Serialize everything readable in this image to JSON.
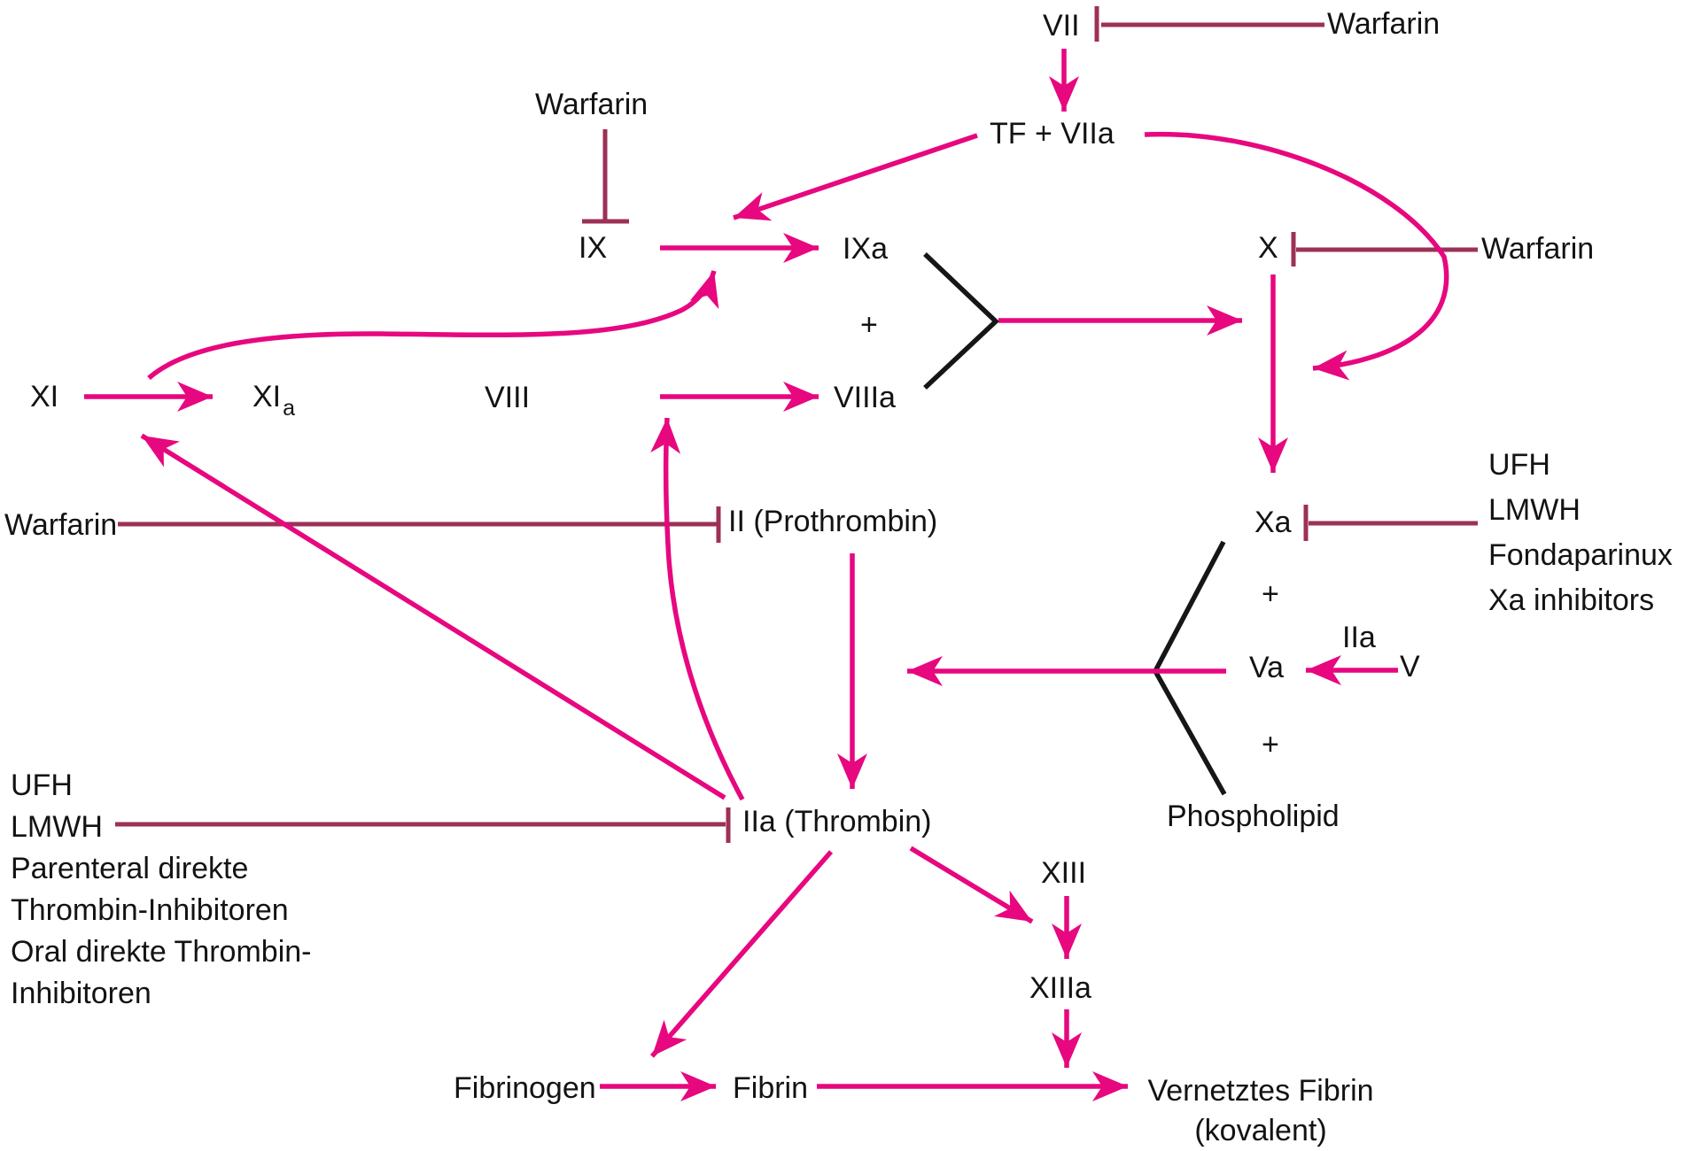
{
  "diagram": {
    "nodes": {
      "vii": "VII",
      "tf_viia": "TF + VIIa",
      "ix": "IX",
      "ixa": "IXa",
      "x": "X",
      "xa": "Xa",
      "xi": "XI",
      "xia_base": "XI",
      "xia_sub": "a",
      "viii": "VIII",
      "viiia": "VIIIa",
      "ii_prothrombin": "II (Prothrombin)",
      "iia_thrombin": "IIa (Thrombin)",
      "v": "V",
      "va": "Va",
      "iia_activator": "IIa",
      "phospholipid": "Phospholipid",
      "xiii": "XIII",
      "xiiia": "XIIIa",
      "fibrinogen": "Fibrinogen",
      "fibrin": "Fibrin",
      "vernetztes_line1": "Vernetztes Fibrin",
      "vernetztes_line2": "(kovalent)",
      "plus": "+"
    },
    "inhibitors": {
      "warfarin_vii": "Warfarin",
      "warfarin_ix": "Warfarin",
      "warfarin_x": "Warfarin",
      "warfarin_ii": "Warfarin",
      "xa_list": [
        "UFH",
        "LMWH",
        "Fondaparinux",
        "Xa inhibitors"
      ],
      "iia_list": [
        "UFH",
        "LMWH",
        "Parenteral direkte",
        "Thrombin-Inhibitoren",
        "Oral direkte Thrombin-",
        "Inhibitoren"
      ]
    },
    "colors": {
      "activation": "#e7077f",
      "inhibition": "#9c3158",
      "complex": "#161616"
    }
  }
}
